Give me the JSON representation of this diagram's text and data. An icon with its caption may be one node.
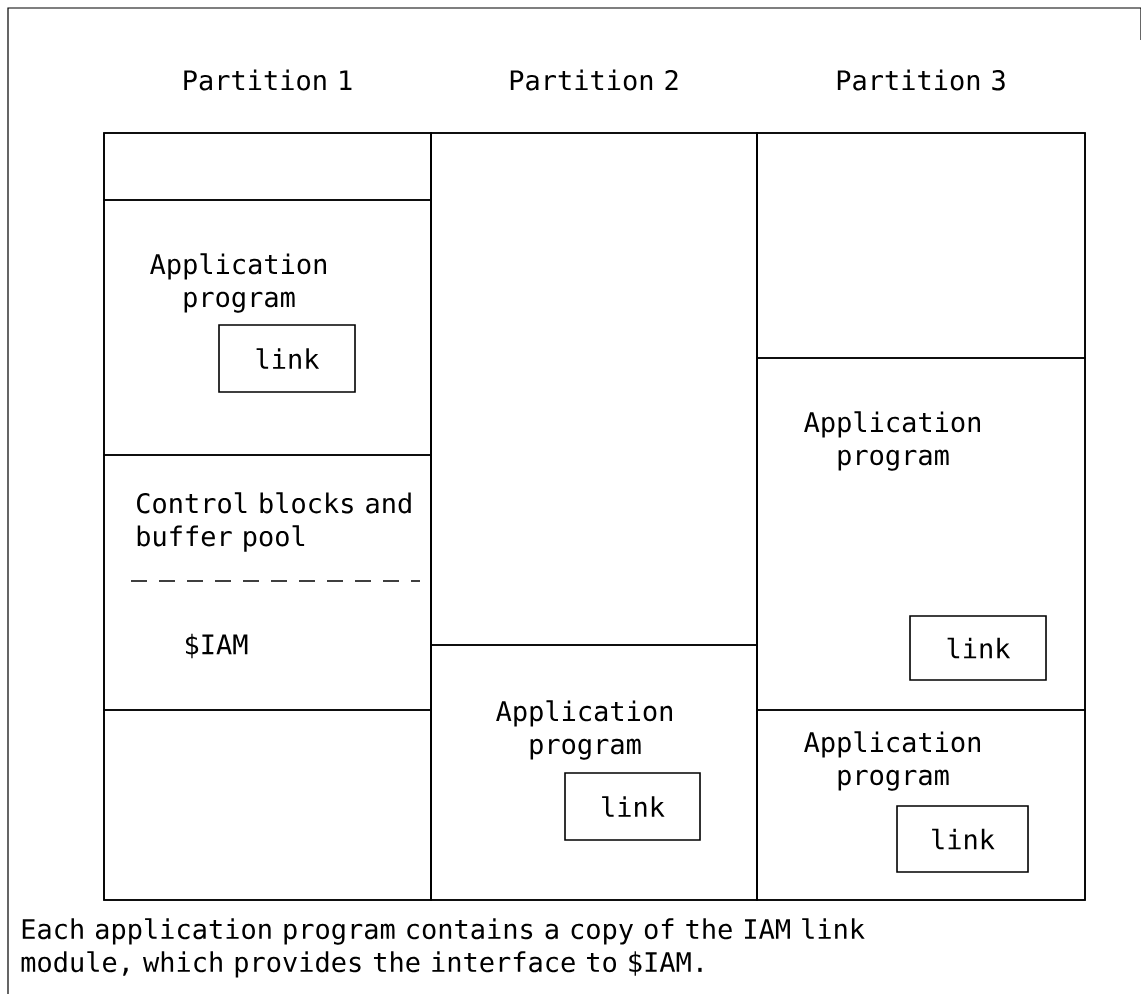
{
  "diagram": {
    "caption": "Each application program contains a copy of the IAM link module, which provides the interface to $IAM.",
    "nodes": [
      {
        "text": [
          "Partition 1"
        ]
      },
      {
        "text": [],
        "shape": "box",
        "in": 0
      },
      {
        "text": [
          "Application program"
        ],
        "in": 0
      },
      {
        "text": [
          "link"
        ],
        "in": 2
      },
      {
        "text": [
          "Control blocks and buffer pool",
          "$IAM"
        ],
        "in": 0
      },
      {
        "text": [],
        "shape": "box",
        "in": 0
      },
      {
        "text": [
          "Partition 2"
        ]
      },
      {
        "text": [],
        "shape": "box",
        "in": 6
      },
      {
        "text": [
          "Application program"
        ],
        "in": 6
      },
      {
        "text": [
          "link"
        ],
        "in": 8
      },
      {
        "text": [
          "Partition 3"
        ]
      },
      {
        "text": [],
        "shape": "box",
        "in": 10
      },
      {
        "text": [
          "Application program"
        ],
        "in": 10
      },
      {
        "text": [
          "link"
        ],
        "in": 12
      },
      {
        "text": [
          "Application program"
        ],
        "in": 10
      },
      {
        "text": [
          "link"
        ],
        "in": 14
      }
    ]
  }
}
